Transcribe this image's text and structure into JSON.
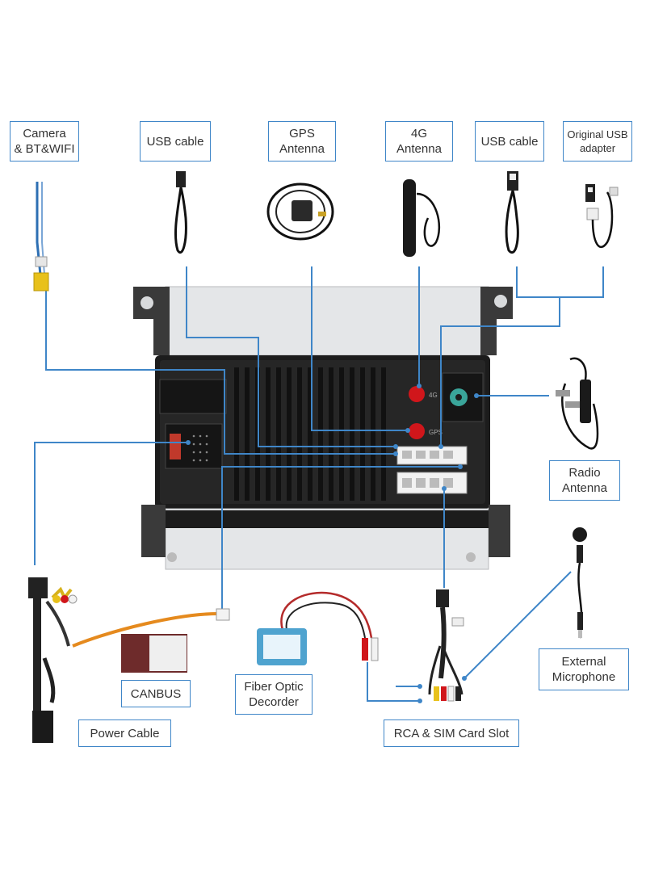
{
  "labels": {
    "camera": [
      "Camera",
      "& BT&WIFI"
    ],
    "usb1": [
      "USB cable"
    ],
    "gps": [
      "GPS",
      "Antenna"
    ],
    "g4": [
      "4G",
      "Antenna"
    ],
    "usb2": [
      "USB cable"
    ],
    "original": [
      "Original USB",
      "adapter"
    ],
    "radio": [
      "Radio",
      "Antenna"
    ],
    "mic": [
      "External",
      "Microphone"
    ],
    "canbus": [
      "CANBUS"
    ],
    "fiber": [
      "Fiber Optic",
      "Decorder"
    ],
    "power": [
      "Power Cable"
    ],
    "rca": [
      "RCA & SIM Card Slot"
    ]
  },
  "unit": {
    "port_4g": "4G",
    "port_gps": "GPS"
  },
  "colors": {
    "line": "#3f86c8",
    "unit_body": "#1c1c1c",
    "bracket": "#d8dadc",
    "antenna_port": "#d0161b"
  }
}
